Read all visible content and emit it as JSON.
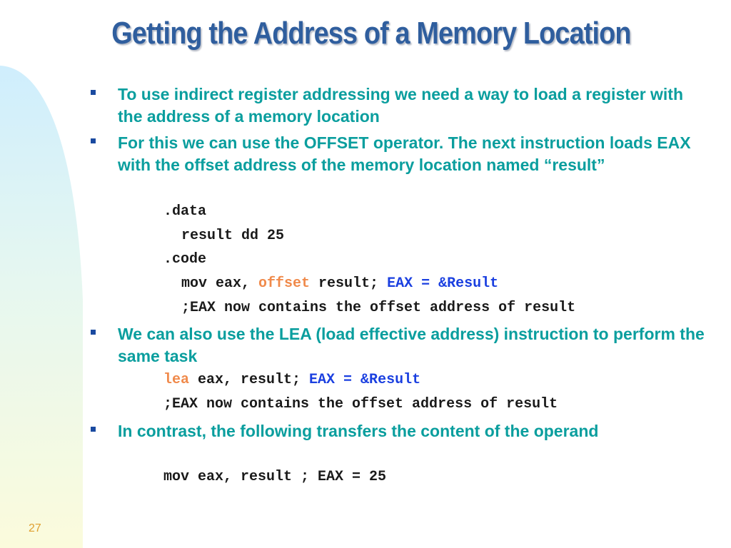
{
  "slide": {
    "title": "Getting the Address of a Memory Location",
    "number": "27"
  },
  "bullets": [
    "To use indirect register addressing we need a way to load a register with the address of a memory location",
    "For this we can use the OFFSET operator. The next instruction loads EAX with the offset address of the memory location named “result”",
    "We can also use the LEA (load effective address) instruction to perform the same task",
    "In contrast, the following transfers the content of the operand"
  ],
  "code": {
    "data_directive": ".data",
    "result_decl": "result dd 25",
    "code_directive": ".code",
    "mov_offset": {
      "prefix": "mov eax, ",
      "keyword": "offset",
      "suffix": " result; ",
      "comment": "EAX = &Result"
    },
    "mov_offset_note": ";EAX now contains the offset address of result",
    "lea_line": {
      "keyword": "lea",
      "suffix": " eax, result; ",
      "comment": "EAX = &Result"
    },
    "lea_note": ";EAX now contains the offset address of result",
    "mov_value": "mov eax, result ; EAX = 25"
  },
  "colors": {
    "title": "#2f5e9e",
    "bullet_text": "#0a9e9e",
    "bullet_marker": "#1a4aa0",
    "code_keyword": "#f08a4b",
    "code_comment": "#1a3fe0",
    "slide_number": "#e0a030"
  }
}
